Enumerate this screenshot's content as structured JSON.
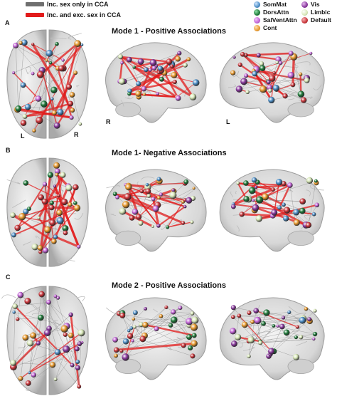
{
  "legend": {
    "edges": [
      {
        "label": "Inc. sex only in CCA",
        "color": "#6f6f6f"
      },
      {
        "label": "Inc. and exc. sex in CCA",
        "color": "#e21b1b"
      }
    ],
    "networks": [
      {
        "label": "SomMat",
        "color": "#4e8fc7"
      },
      {
        "label": "Vis",
        "color": "#8a3a9e"
      },
      {
        "label": "DorsAttn",
        "color": "#1f7a3a"
      },
      {
        "label": "Limbic",
        "color": "#d8e8b8"
      },
      {
        "label": "SalVentAttn",
        "color": "#c264d6"
      },
      {
        "label": "Default",
        "color": "#c9353a"
      },
      {
        "label": "Cont",
        "color": "#e89a2f"
      }
    ]
  },
  "panels": [
    {
      "letter": "A",
      "title": "Mode 1 - Positive Associations",
      "labels": {
        "top_l": "L",
        "top_r": "R",
        "mid": "R",
        "right": "L"
      }
    },
    {
      "letter": "B",
      "title": "Mode 1- Negative Associations"
    },
    {
      "letter": "C",
      "title": "Mode 2 - Positive Associations"
    }
  ]
}
